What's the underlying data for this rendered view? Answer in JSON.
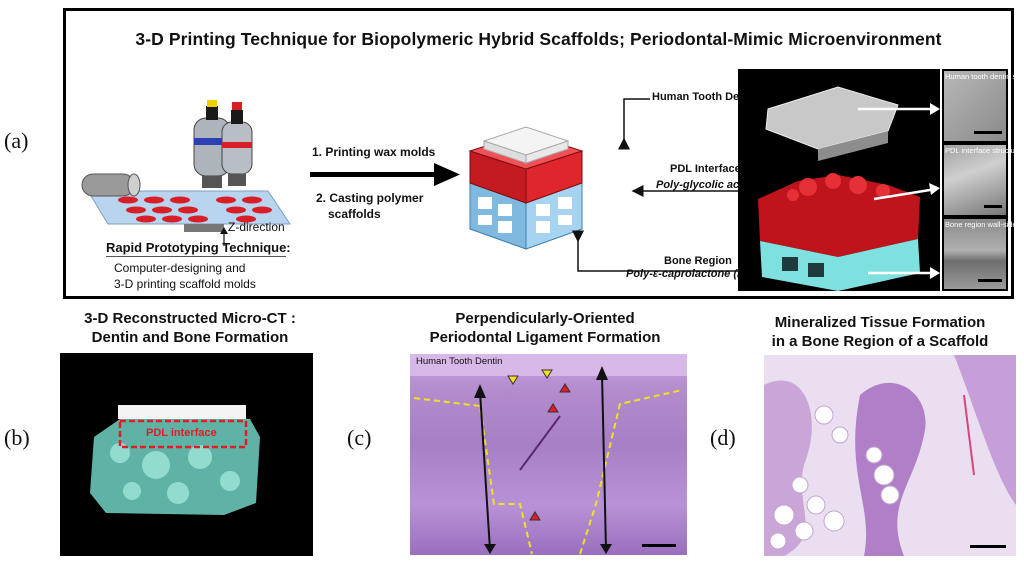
{
  "panels": {
    "a": {
      "letter": "(a)",
      "title": "3-D Printing Technique for Biopolymeric Hybrid Scaffolds; Periodontal-Mimic Microenvironment",
      "step1": "1. Printing wax molds",
      "step2_line1": "2. Casting polymer",
      "step2_line2": "scaffolds",
      "z_direction": "Z-direction",
      "rp_title": "Rapid Prototyping Technique:",
      "rp_line1": "Computer-designing and",
      "rp_line2": "3-D printing scaffold molds",
      "dentin_slice": "Human Tooth Dentin Slice",
      "pdl_interface": "PDL Interface",
      "pga": "Poly-glycolic acid (PGA)",
      "bone_region": "Bone Region",
      "pcl": "Poly-ε-caprolactone (PCL)",
      "sem1": "Human tooth dentin slice",
      "sem2": "PDL interface structure",
      "sem3": "Bone region wall-side"
    },
    "b": {
      "letter": "(b)",
      "heading_line1": "3-D Reconstructed Micro-CT :",
      "heading_line2": "Dentin and Bone Formation",
      "pdl_label": "PDL interface"
    },
    "c": {
      "letter": "(c)",
      "heading_line1": "Perpendicularly-Oriented",
      "heading_line2": "Periodontal Ligament Formation",
      "dentin_label": "Human Tooth Dentin"
    },
    "d": {
      "letter": "(d)",
      "heading_line1": "Mineralized Tissue Formation",
      "heading_line2": "in a Bone Region of a Scaffold"
    }
  },
  "colors": {
    "scaffold_red": "#d81e26",
    "scaffold_blue": "#8ec9ea",
    "bone_cyan": "#7fe0e0",
    "histology_purple": "#b48ad0",
    "dashed_yellow": "#f2e21e"
  }
}
